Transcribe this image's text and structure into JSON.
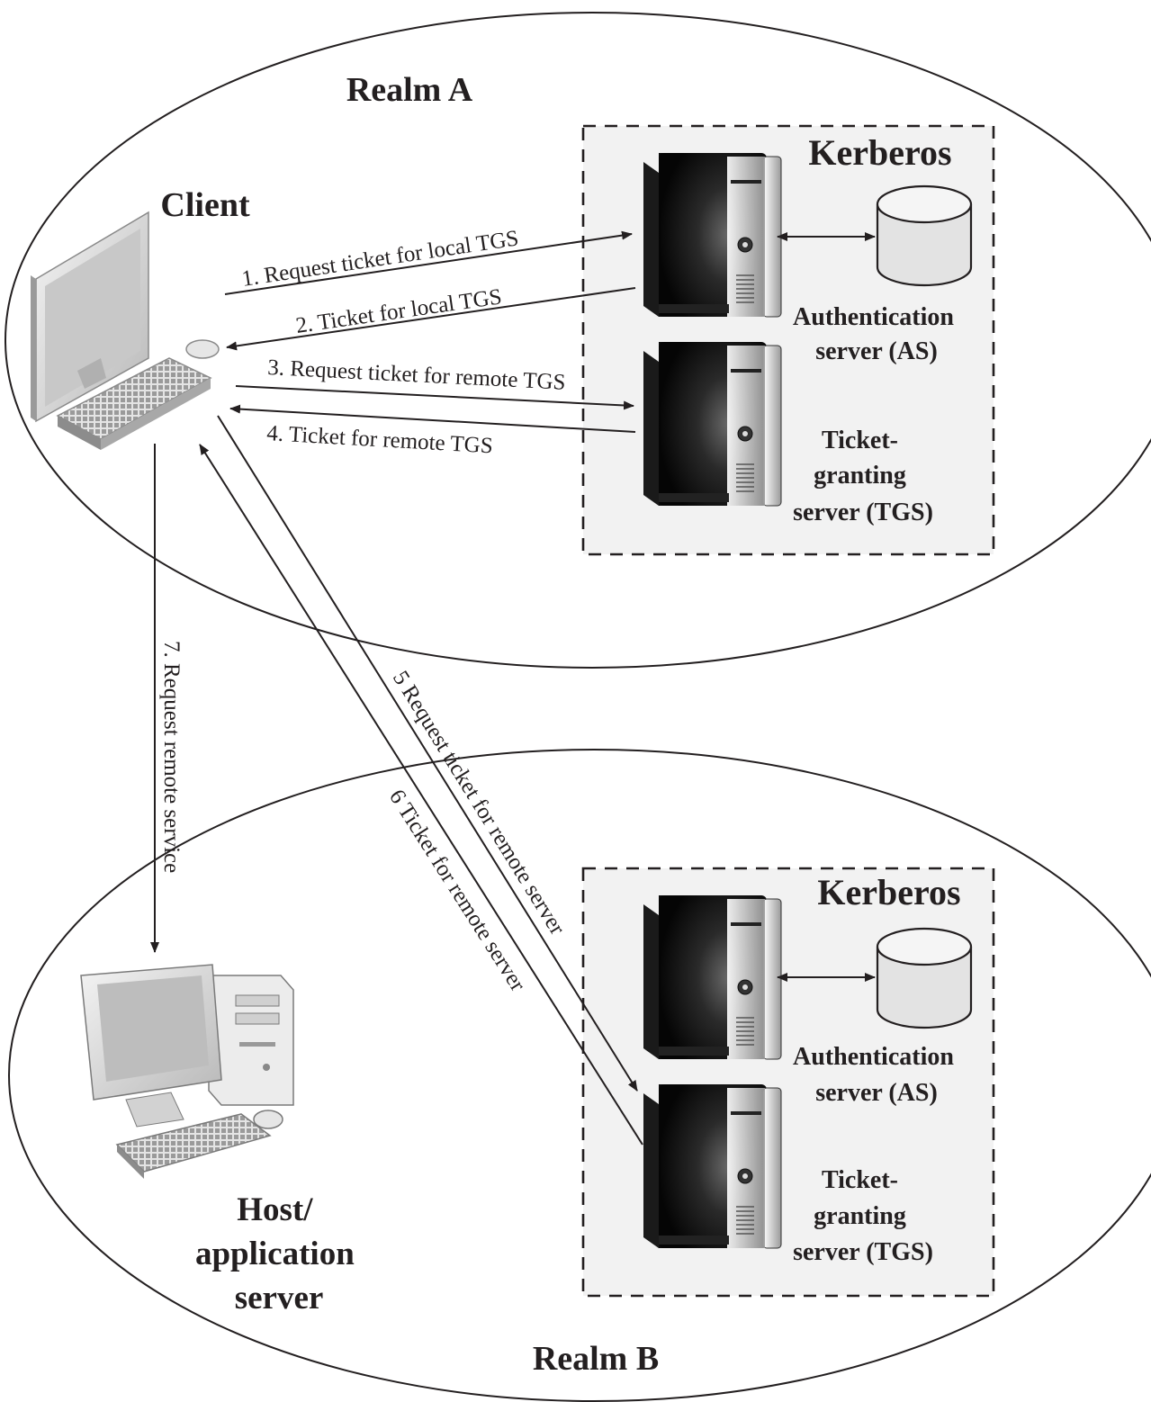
{
  "realm_a": {
    "title": "Realm A",
    "kerberos_title": "Kerberos",
    "client_label": "Client",
    "as_label": [
      "Authentication",
      "server (AS)"
    ],
    "tgs_label": [
      "Ticket-",
      "granting",
      "server (TGS)"
    ]
  },
  "realm_b": {
    "title": "Realm B",
    "kerberos_title": "Kerberos",
    "host_label": [
      "Host/",
      "application",
      "server"
    ],
    "as_label": [
      "Authentication",
      "server (AS)"
    ],
    "tgs_label": [
      "Ticket-",
      "granting",
      "server (TGS)"
    ]
  },
  "messages": [
    "1. Request ticket for local TGS",
    "2. Ticket for local TGS",
    "3. Request ticket for remote TGS",
    "4. Ticket for remote TGS",
    "5 Request ticket for remote server",
    "6 Ticket for remote server",
    "7. Request remote service"
  ],
  "icons": [
    "client-workstation-icon",
    "host-computer-icon",
    "server-tower-icon",
    "database-icon"
  ],
  "colors": {
    "ink": "#231f20",
    "box_fill": "#f2f2f2"
  }
}
